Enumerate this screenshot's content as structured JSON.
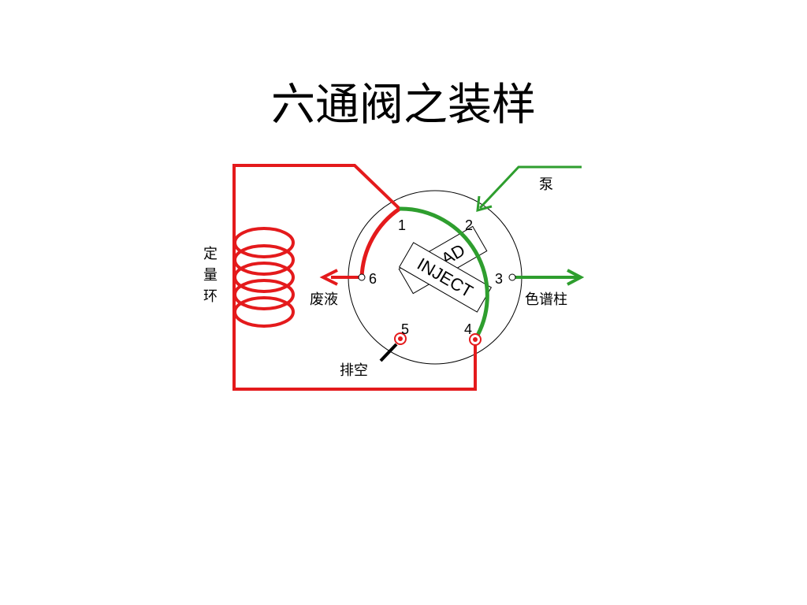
{
  "title": "六通阀之装样",
  "labels": {
    "pump": "泵",
    "column": "色谱柱",
    "waste": "废液",
    "vent": "排空",
    "loop": [
      "定",
      "量",
      "环"
    ]
  },
  "ports": [
    "1",
    "2",
    "3",
    "4",
    "5",
    "6"
  ],
  "rotor": {
    "load": "LOAD",
    "inject": "INJECT"
  },
  "colors": {
    "sample_path": "#e41a1c",
    "mobile_phase_path": "#2e9e2e",
    "outline": "#000000"
  }
}
